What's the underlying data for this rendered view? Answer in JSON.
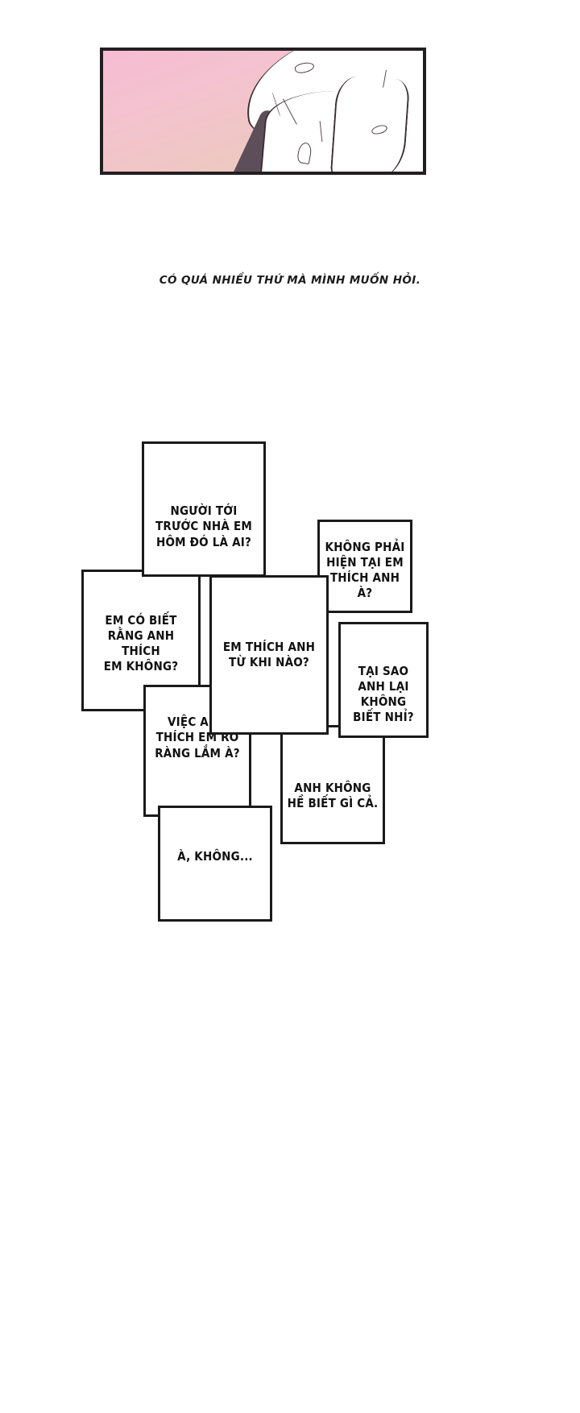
{
  "panel": {
    "name": "comic-panel-closeup",
    "description": "Close-up of a person's jaw, neck and shirt collar against a pink gradient background",
    "colors": {
      "border": "#231f20",
      "background_pink_start": "#f6bcd2",
      "background_pink_end": "#e8cbb9",
      "shirt_white": "#ffffff",
      "collar_shadow": "#5d4f59",
      "suit_purple": "#6d6070",
      "line_art": "#3a2f33"
    }
  },
  "caption": {
    "text": "CÓ QUÁ NHIỀU THỨ MÀ MÌNH MUỐN HỎI."
  },
  "questions": [
    {
      "id": "b1",
      "text": "NGƯỜI TỚI\nTRƯỚC NHÀ EM\nHÔM ĐÓ LÀ AI?"
    },
    {
      "id": "b2",
      "text": "KHÔNG PHẢI\nHIỆN TẠI EM\nTHÍCH ANH À?"
    },
    {
      "id": "b3",
      "text": "EM CÓ BIẾT\nRẰNG ANH THÍCH\nEM KHÔNG?"
    },
    {
      "id": "b4",
      "text": "EM THÍCH ANH\nTỪ KHI NÀO?"
    },
    {
      "id": "b5",
      "text": "TẠI SAO\nANH LẠI KHÔNG\nBIẾT NHỈ?"
    },
    {
      "id": "b6",
      "text": "VIỆC ANH\nTHÍCH EM RÕ\nRÀNG LẮM À?"
    },
    {
      "id": "b7",
      "text": "ANH KHÔNG\nHỀ BIẾT GÌ CẢ."
    },
    {
      "id": "b8",
      "text": "À, KHÔNG..."
    }
  ],
  "style": {
    "box_border_color": "#1a1a1a",
    "text_color": "#111111",
    "page_background": "#ffffff"
  }
}
